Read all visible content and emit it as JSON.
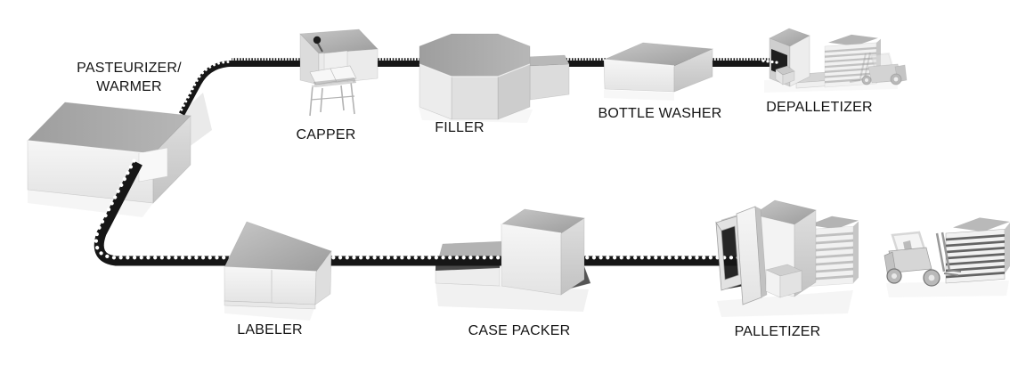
{
  "machines": [
    {
      "id": "pasteurizer-warmer",
      "label": "PASTEURIZER/\nWARMER"
    },
    {
      "id": "capper",
      "label": "CAPPER"
    },
    {
      "id": "filler",
      "label": "FILLER"
    },
    {
      "id": "bottle-washer",
      "label": "BOTTLE WASHER"
    },
    {
      "id": "depalletizer",
      "label": "DEPALLETIZER"
    },
    {
      "id": "labeler",
      "label": "LABELER"
    },
    {
      "id": "case-packer",
      "label": "CASE PACKER"
    },
    {
      "id": "palletizer",
      "label": "PALLETIZER"
    }
  ],
  "colors": {
    "background": "#ffffff",
    "conveyor_belt": "#161616",
    "belt_dots": "#ffffff",
    "machine_top": "#a9a9a9",
    "machine_front": "#efefef",
    "machine_side": "#d4d4d4",
    "label_text": "#141414"
  }
}
